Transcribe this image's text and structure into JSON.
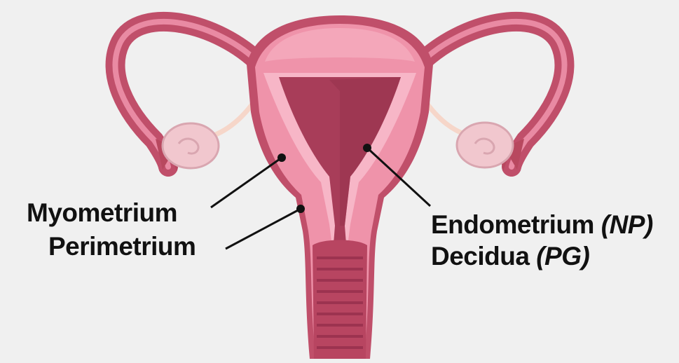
{
  "labels": {
    "myometrium": "Myometrium",
    "perimetrium": "Perimetrium",
    "endometrium": {
      "text": "Endometrium ",
      "abbr": "(NP)"
    },
    "decidua": {
      "text": "Decidua ",
      "abbr": "(PG)"
    }
  },
  "colors": {
    "background": "#f0f0f0",
    "perimetrium_wall": "#c04f6a",
    "myometrium": "#ef93aa",
    "endometrium": "#f7b6c7",
    "cavity": "#a83d59",
    "ovary": "#f1c7ce",
    "ligament": "#f6d6c9",
    "leader_line": "#111111"
  }
}
